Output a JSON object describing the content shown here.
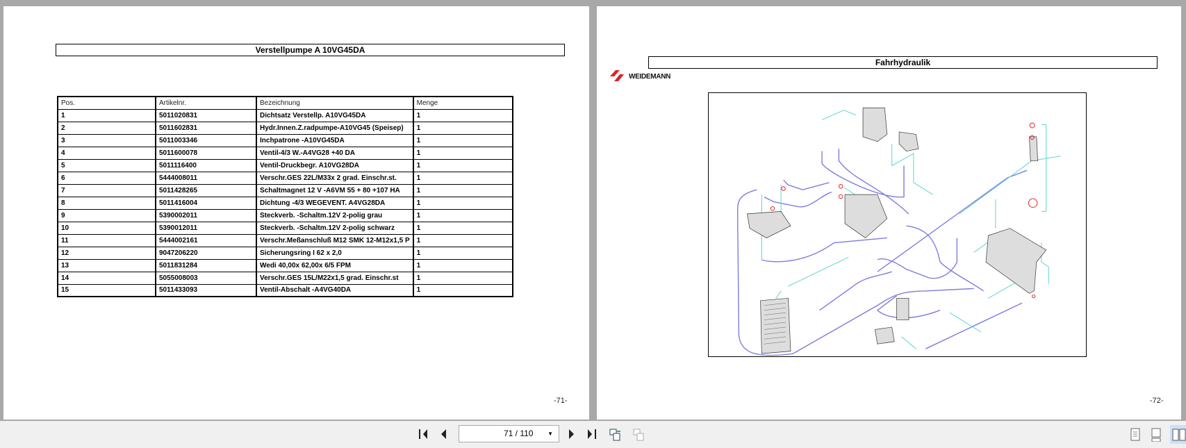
{
  "left_page": {
    "title": "Verstellpumpe A 10VG45DA",
    "page_number": "-71-",
    "table": {
      "headers": [
        "Pos.",
        "Artikelnr.",
        "Bezeichnung",
        "Menge"
      ],
      "rows": [
        [
          "1",
          "5011020831",
          "Dichtsatz Verstellp. A10VG45DA",
          "1"
        ],
        [
          "2",
          "5011602831",
          "Hydr.Innen.Z.radpumpe-A10VG45 (Speisep)",
          "1"
        ],
        [
          "3",
          "5011003346",
          "Inchpatrone -A10VG45DA",
          "1"
        ],
        [
          "4",
          "5011600078",
          "Ventil-4/3 W.-A4VG28 +40 DA",
          "1"
        ],
        [
          "5",
          "5011116400",
          "Ventil-Druckbegr. A10VG28DA",
          "1"
        ],
        [
          "6",
          "5444008011",
          "Verschr.GES 22L/M33x 2 grad. Einschr.st.",
          "1"
        ],
        [
          "7",
          "5011428265",
          "Schaltmagnet 12 V  -A6VM 55 + 80 +107 HA",
          "1"
        ],
        [
          "8",
          "5011416004",
          "Dichtung -4/3 WEGEVENT. A4VG28DA",
          "1"
        ],
        [
          "9",
          "5390002011",
          "Steckverb. -Schaltm.12V 2-polig grau",
          "1"
        ],
        [
          "10",
          "5390012011",
          "Steckverb. -Schaltm.12V 2-polig schwarz",
          "1"
        ],
        [
          "11",
          "5444002161",
          "Verschr.Meßanschluß M12 SMK 12-M12x1,5 P",
          "1"
        ],
        [
          "12",
          "9047206220",
          "Sicherungsring I  62 x 2,0",
          "1"
        ],
        [
          "13",
          "5011831284",
          "Wedi  40,00x 62,00x 6/5 FPM",
          "1"
        ],
        [
          "14",
          "5055008003",
          "Verschr.GES 15L/M22x1,5 grad. Einschr.st",
          "1"
        ],
        [
          "15",
          "5011433093",
          "Ventil-Abschalt      -A4VG40DA",
          "1"
        ]
      ]
    }
  },
  "right_page": {
    "title": "Fahrhydraulik",
    "logo_text": "WEIDEMANN",
    "page_number": "-72-"
  },
  "toolbar": {
    "page_indicator": "71 / 110",
    "icons": [
      "first-page-icon",
      "previous-page-icon",
      "next-page-icon",
      "last-page-icon",
      "previous-view-icon",
      "next-view-icon",
      "single-page-icon",
      "continuous-icon",
      "two-page-icon"
    ]
  },
  "colors": {
    "hose": "#7b7be0",
    "pipe": "#5fd8d0",
    "seal": "#e03030",
    "brand": "#e02020"
  }
}
